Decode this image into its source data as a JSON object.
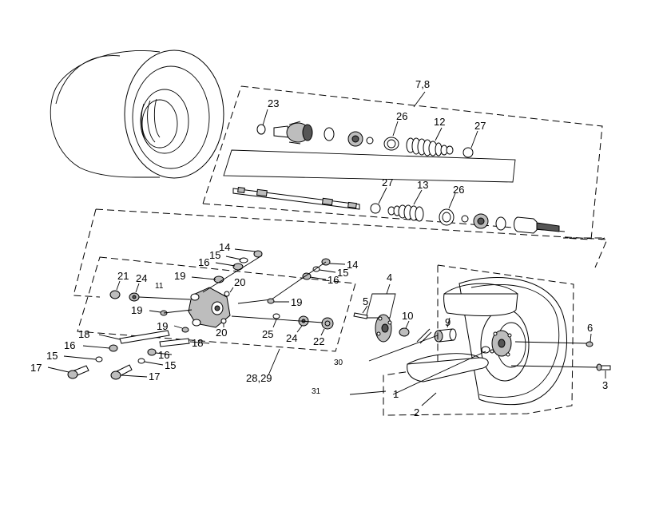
{
  "labels": [
    {
      "id": "7-8",
      "text": "7,8"
    },
    {
      "id": "23",
      "text": "23"
    },
    {
      "id": "26a",
      "text": "26"
    },
    {
      "id": "12",
      "text": "12"
    },
    {
      "id": "27a",
      "text": "27"
    },
    {
      "id": "27b",
      "text": "27"
    },
    {
      "id": "13",
      "text": "13"
    },
    {
      "id": "26b",
      "text": "26"
    },
    {
      "id": "14a",
      "text": "14"
    },
    {
      "id": "15a",
      "text": "15"
    },
    {
      "id": "16a",
      "text": "16"
    },
    {
      "id": "19a",
      "text": "19"
    },
    {
      "id": "20a",
      "text": "20"
    },
    {
      "id": "21",
      "text": "21"
    },
    {
      "id": "24a",
      "text": "24"
    },
    {
      "id": "11",
      "text": "11"
    },
    {
      "id": "14b",
      "text": "14"
    },
    {
      "id": "15b",
      "text": "15"
    },
    {
      "id": "16b",
      "text": "16"
    },
    {
      "id": "4",
      "text": "4"
    },
    {
      "id": "5",
      "text": "5"
    },
    {
      "id": "19b",
      "text": "19"
    },
    {
      "id": "19c",
      "text": "19"
    },
    {
      "id": "19d",
      "text": "19"
    },
    {
      "id": "20b",
      "text": "20"
    },
    {
      "id": "18a",
      "text": "18"
    },
    {
      "id": "18b",
      "text": "18"
    },
    {
      "id": "16c",
      "text": "16"
    },
    {
      "id": "16d",
      "text": "16"
    },
    {
      "id": "15c",
      "text": "15"
    },
    {
      "id": "15d",
      "text": "15"
    },
    {
      "id": "17a",
      "text": "17"
    },
    {
      "id": "17b",
      "text": "17"
    },
    {
      "id": "25",
      "text": "25"
    },
    {
      "id": "24b",
      "text": "24"
    },
    {
      "id": "22",
      "text": "22"
    },
    {
      "id": "10",
      "text": "10"
    },
    {
      "id": "9",
      "text": "9"
    },
    {
      "id": "6",
      "text": "6"
    },
    {
      "id": "3",
      "text": "3"
    },
    {
      "id": "30",
      "text": "30"
    },
    {
      "id": "28-29",
      "text": "28,29"
    },
    {
      "id": "31",
      "text": "31"
    },
    {
      "id": "1",
      "text": "1"
    },
    {
      "id": "2",
      "text": "2"
    }
  ]
}
